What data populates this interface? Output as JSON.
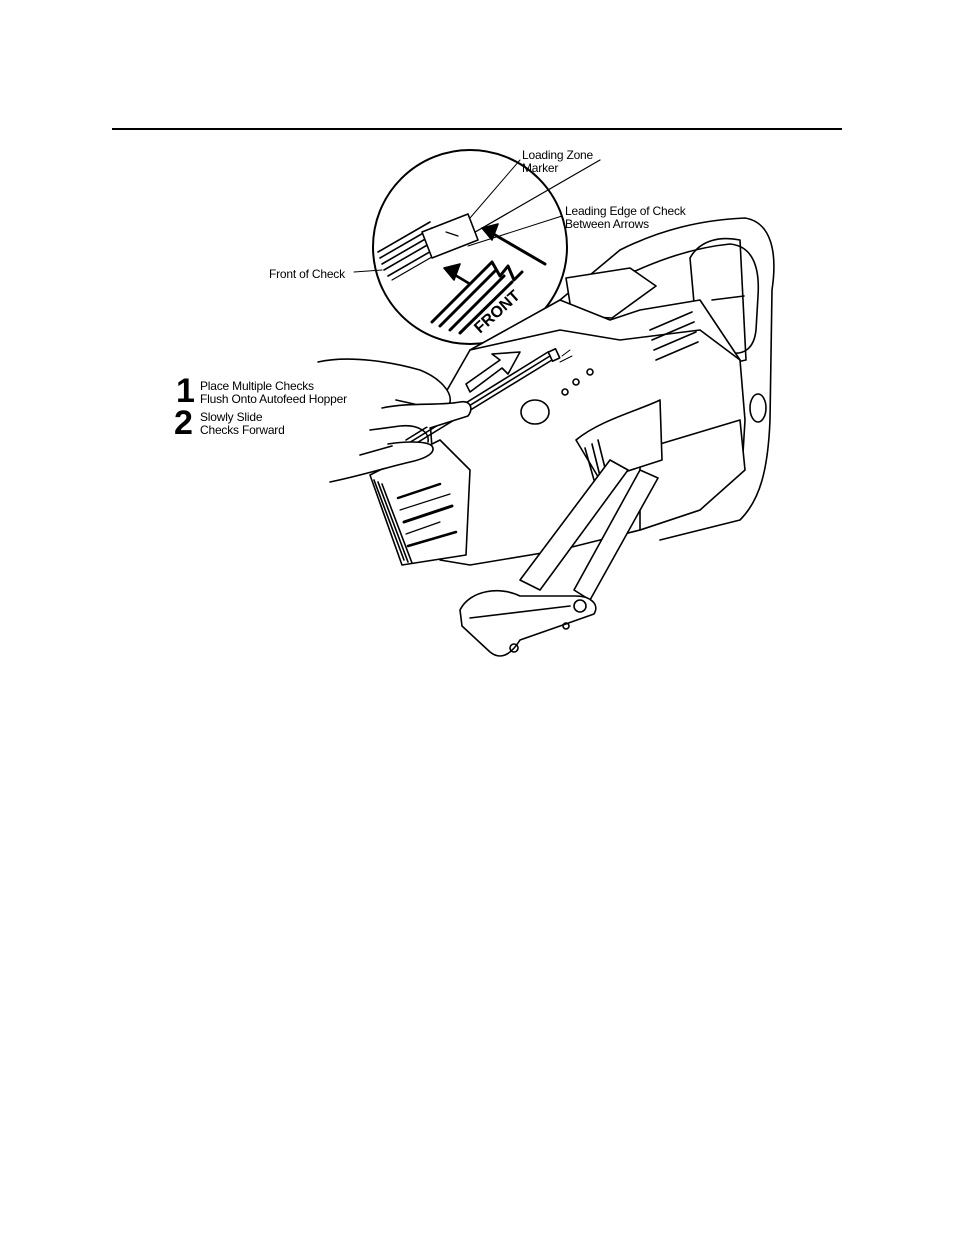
{
  "labels": {
    "loading_zone_line1": "Loading Zone",
    "loading_zone_line2": "Marker",
    "leading_edge_line1": "Leading Edge of Check",
    "leading_edge_line2": "Between Arrows",
    "front_of_check": "Front of Check",
    "front_arrow": "FRONT"
  },
  "steps": [
    {
      "number": "1",
      "line1": "Place Multiple Checks",
      "line2": "Flush Onto Autofeed Hopper"
    },
    {
      "number": "2",
      "line1": "Slowly Slide",
      "line2": "Checks Forward"
    }
  ]
}
